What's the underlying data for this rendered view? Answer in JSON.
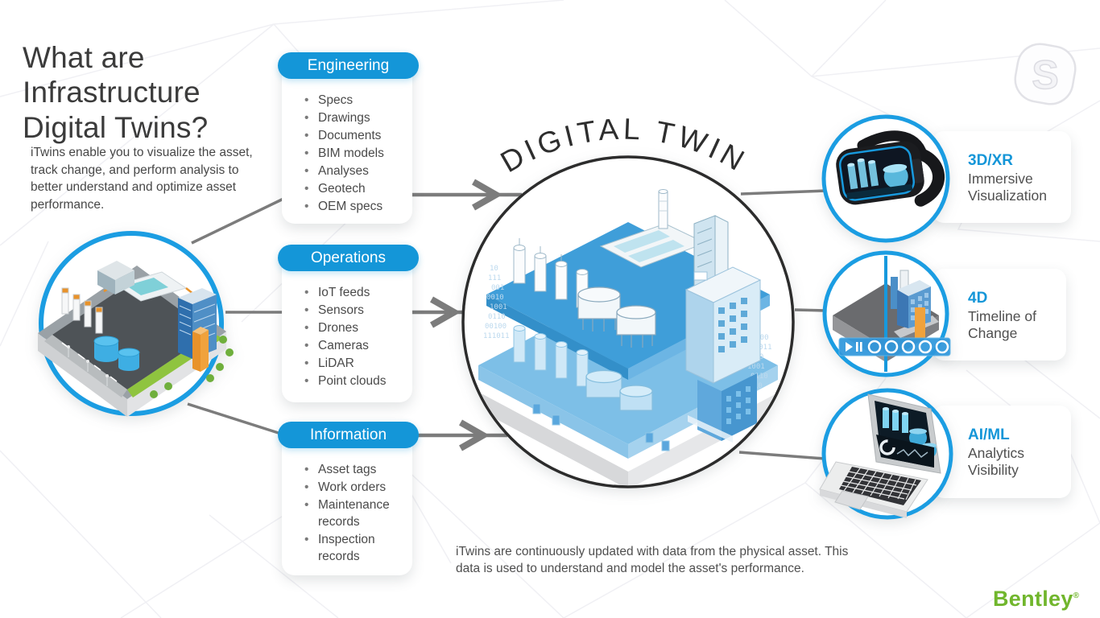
{
  "watermark": {
    "letter": "S"
  },
  "intro": {
    "title_lines": [
      "What are",
      "Infrastructure",
      "Digital Twins?"
    ],
    "body": "iTwins enable you to visualize the asset, track change, and perform analysis to better understand and optimize asset performance."
  },
  "sources": {
    "boxes": [
      {
        "label": "Engineering",
        "items": [
          "Specs",
          "Drawings",
          "Documents",
          "BIM models",
          "Analyses",
          "Geotech",
          "OEM specs"
        ]
      },
      {
        "label": "Operations",
        "items": [
          "IoT feeds",
          "Sensors",
          "Drones",
          "Cameras",
          "LiDAR",
          "Point clouds"
        ]
      },
      {
        "label": "Information",
        "items": [
          "Asset tags",
          "Work orders",
          "Maintenance records",
          "Inspection records"
        ]
      }
    ]
  },
  "center": {
    "arc_label": "DIGITAL TWIN",
    "binary_left": [
      "10",
      "111",
      "001",
      "0010",
      "1001",
      "0110",
      "00100",
      "111011"
    ],
    "binary_right": [
      "100100",
      "011011",
      "100",
      "1001",
      "0110",
      "10"
    ]
  },
  "features": [
    {
      "heading": "3D/XR",
      "line1": "Immersive",
      "line2": "Visualization",
      "icon": "vr-headset"
    },
    {
      "heading": "4D",
      "line1": "Timeline of",
      "line2": "Change",
      "icon": "timeline"
    },
    {
      "heading": "AI/ML",
      "line1": "Analytics",
      "line2": "Visibility",
      "icon": "laptop-analytics"
    }
  ],
  "footer": {
    "caption_line1": "iTwins are continuously updated with data from the physical asset. This",
    "caption_line2": "data is used to understand and model the asset's performance.",
    "brand": "Bentley",
    "registered": "®"
  },
  "colors": {
    "accent_blue": "#1496d8",
    "ring_blue": "#1b9de2",
    "dark_ring": "#2c2c2c",
    "arrow_gray": "#7c7c7c",
    "brand_green": "#71b62d"
  }
}
